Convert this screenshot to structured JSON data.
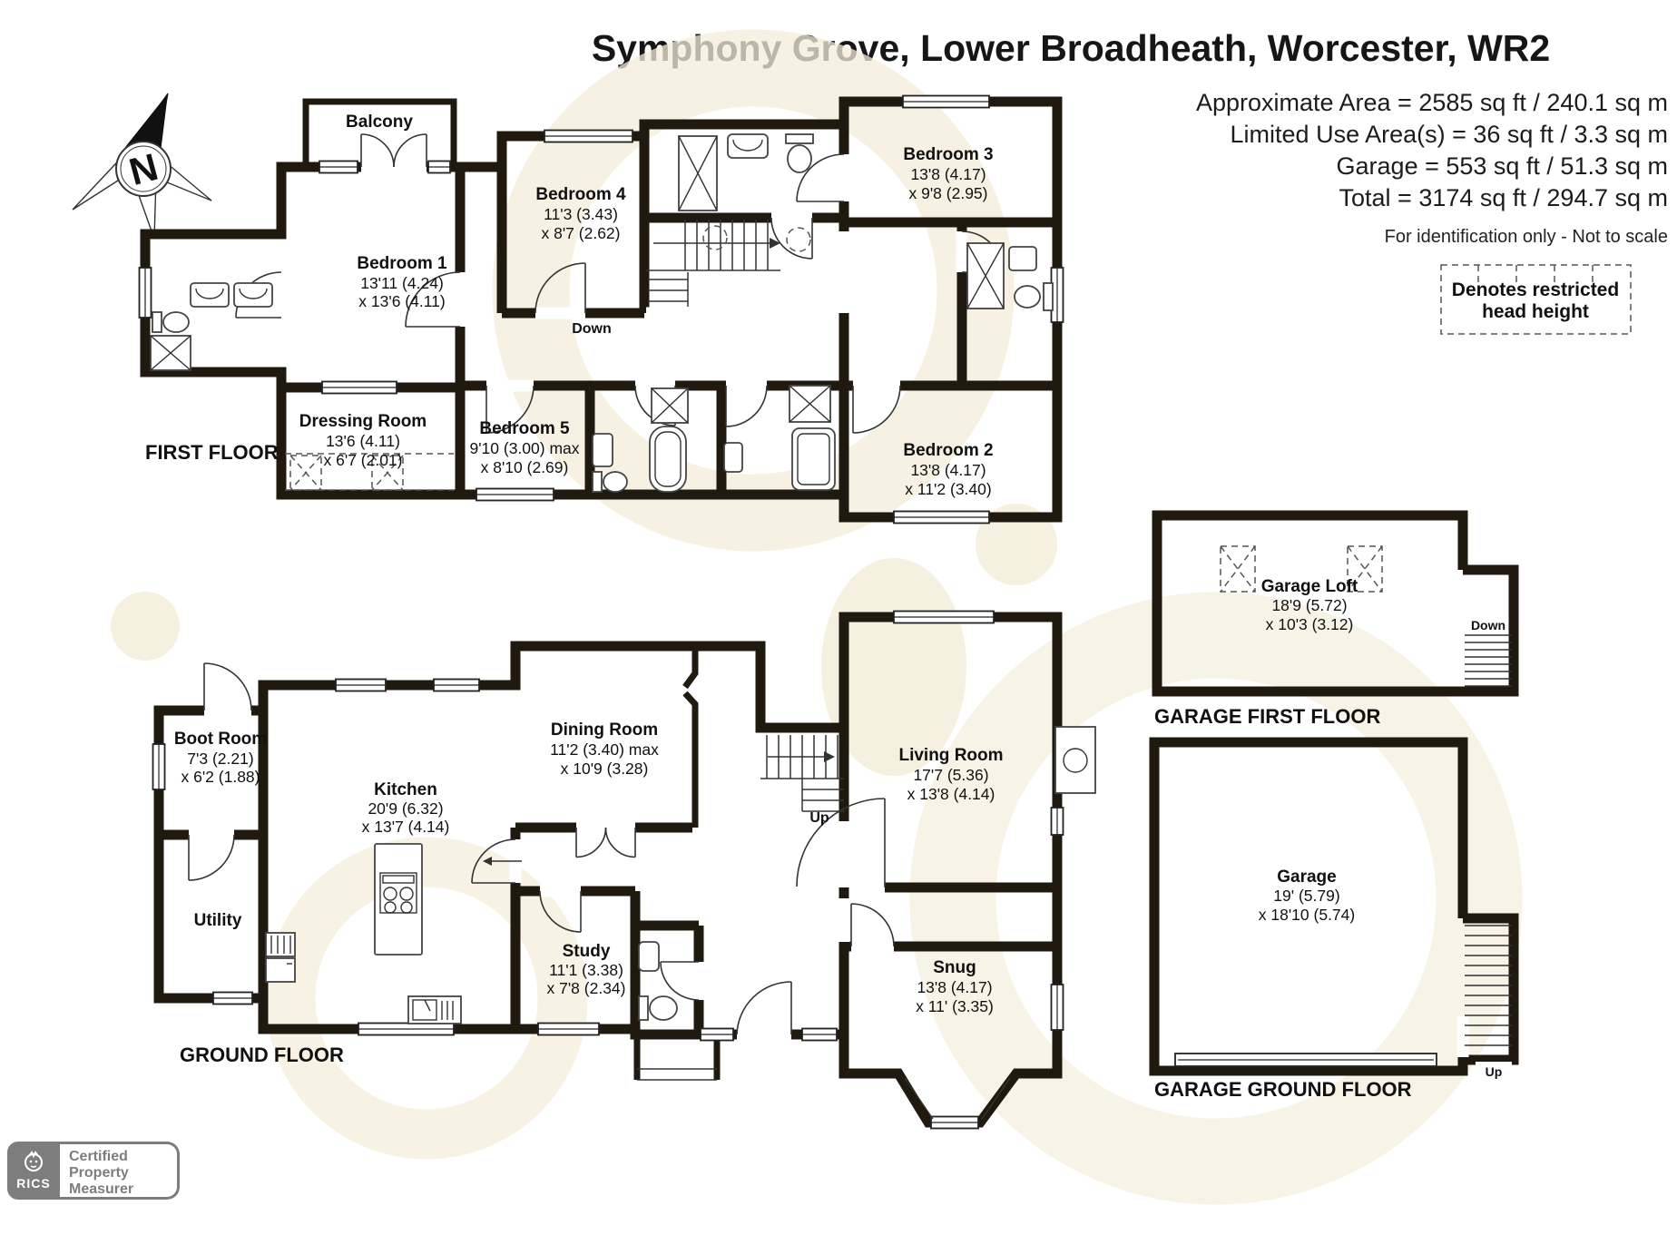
{
  "title": "Symphony Grove, Lower Broadheath, Worcester, WR2",
  "area_summary": {
    "lines": [
      "Approximate Area = 2585 sq ft / 240.1 sq m",
      "Limited Use Area(s) = 36 sq ft / 3.3 sq m",
      "Garage = 553 sq ft / 51.3 sq m",
      "Total = 3174 sq ft / 294.7 sq m"
    ],
    "disclaimer": "For identification only - Not to scale"
  },
  "legend": {
    "restricted_line1": "Denotes restricted",
    "restricted_line2": "head height"
  },
  "compass": {
    "north": "N"
  },
  "first_floor": {
    "label": "FIRST FLOOR",
    "stairs": "Down",
    "rooms": {
      "balcony": {
        "name": "Balcony"
      },
      "bedroom1": {
        "name": "Bedroom 1",
        "d1": "13'11 (4.24)",
        "d2": "x 13'6 (4.11)"
      },
      "bedroom4": {
        "name": "Bedroom 4",
        "d1": "11'3 (3.43)",
        "d2": "x 8'7 (2.62)"
      },
      "bedroom3": {
        "name": "Bedroom 3",
        "d1": "13'8 (4.17)",
        "d2": "x 9'8 (2.95)"
      },
      "dressing": {
        "name": "Dressing Room",
        "d1": "13'6 (4.11)",
        "d2": "x 6'7 (2.01)"
      },
      "bedroom5": {
        "name": "Bedroom 5",
        "d1": "9'10 (3.00) max",
        "d2": "x 8'10 (2.69)"
      },
      "bedroom2": {
        "name": "Bedroom 2",
        "d1": "13'8 (4.17)",
        "d2": "x 11'2 (3.40)"
      }
    }
  },
  "ground_floor": {
    "label": "GROUND FLOOR",
    "stairs": "Up",
    "rooms": {
      "boot": {
        "name": "Boot Room",
        "d1": "7'3 (2.21)",
        "d2": "x 6'2 (1.88)"
      },
      "utility": {
        "name": "Utility"
      },
      "kitchen": {
        "name": "Kitchen",
        "d1": "20'9 (6.32)",
        "d2": "x 13'7 (4.14)"
      },
      "dining": {
        "name": "Dining Room",
        "d1": "11'2 (3.40) max",
        "d2": "x 10'9 (3.28)"
      },
      "study": {
        "name": "Study",
        "d1": "11'1 (3.38)",
        "d2": "x 7'8 (2.34)"
      },
      "living": {
        "name": "Living Room",
        "d1": "17'7 (5.36)",
        "d2": "x 13'8 (4.14)"
      },
      "snug": {
        "name": "Snug",
        "d1": "13'8 (4.17)",
        "d2": "x 11' (3.35)"
      }
    }
  },
  "garage_first": {
    "label": "GARAGE FIRST FLOOR",
    "stairs": "Down",
    "rooms": {
      "loft": {
        "name": "Garage Loft",
        "d1": "18'9 (5.72)",
        "d2": "x 10'3 (3.12)"
      }
    }
  },
  "garage_ground": {
    "label": "GARAGE GROUND FLOOR",
    "stairs": "Up",
    "rooms": {
      "garage": {
        "name": "Garage",
        "d1": "19' (5.79)",
        "d2": "x 18'10 (5.74)"
      }
    }
  },
  "badge": {
    "brand": "RICS",
    "line1": "Certified",
    "line2": "Property",
    "line3": "Measurer"
  },
  "colors": {
    "wall": "#20190f",
    "watermark": "#f3ecd9",
    "badge_grey": "#7d7d7d"
  }
}
